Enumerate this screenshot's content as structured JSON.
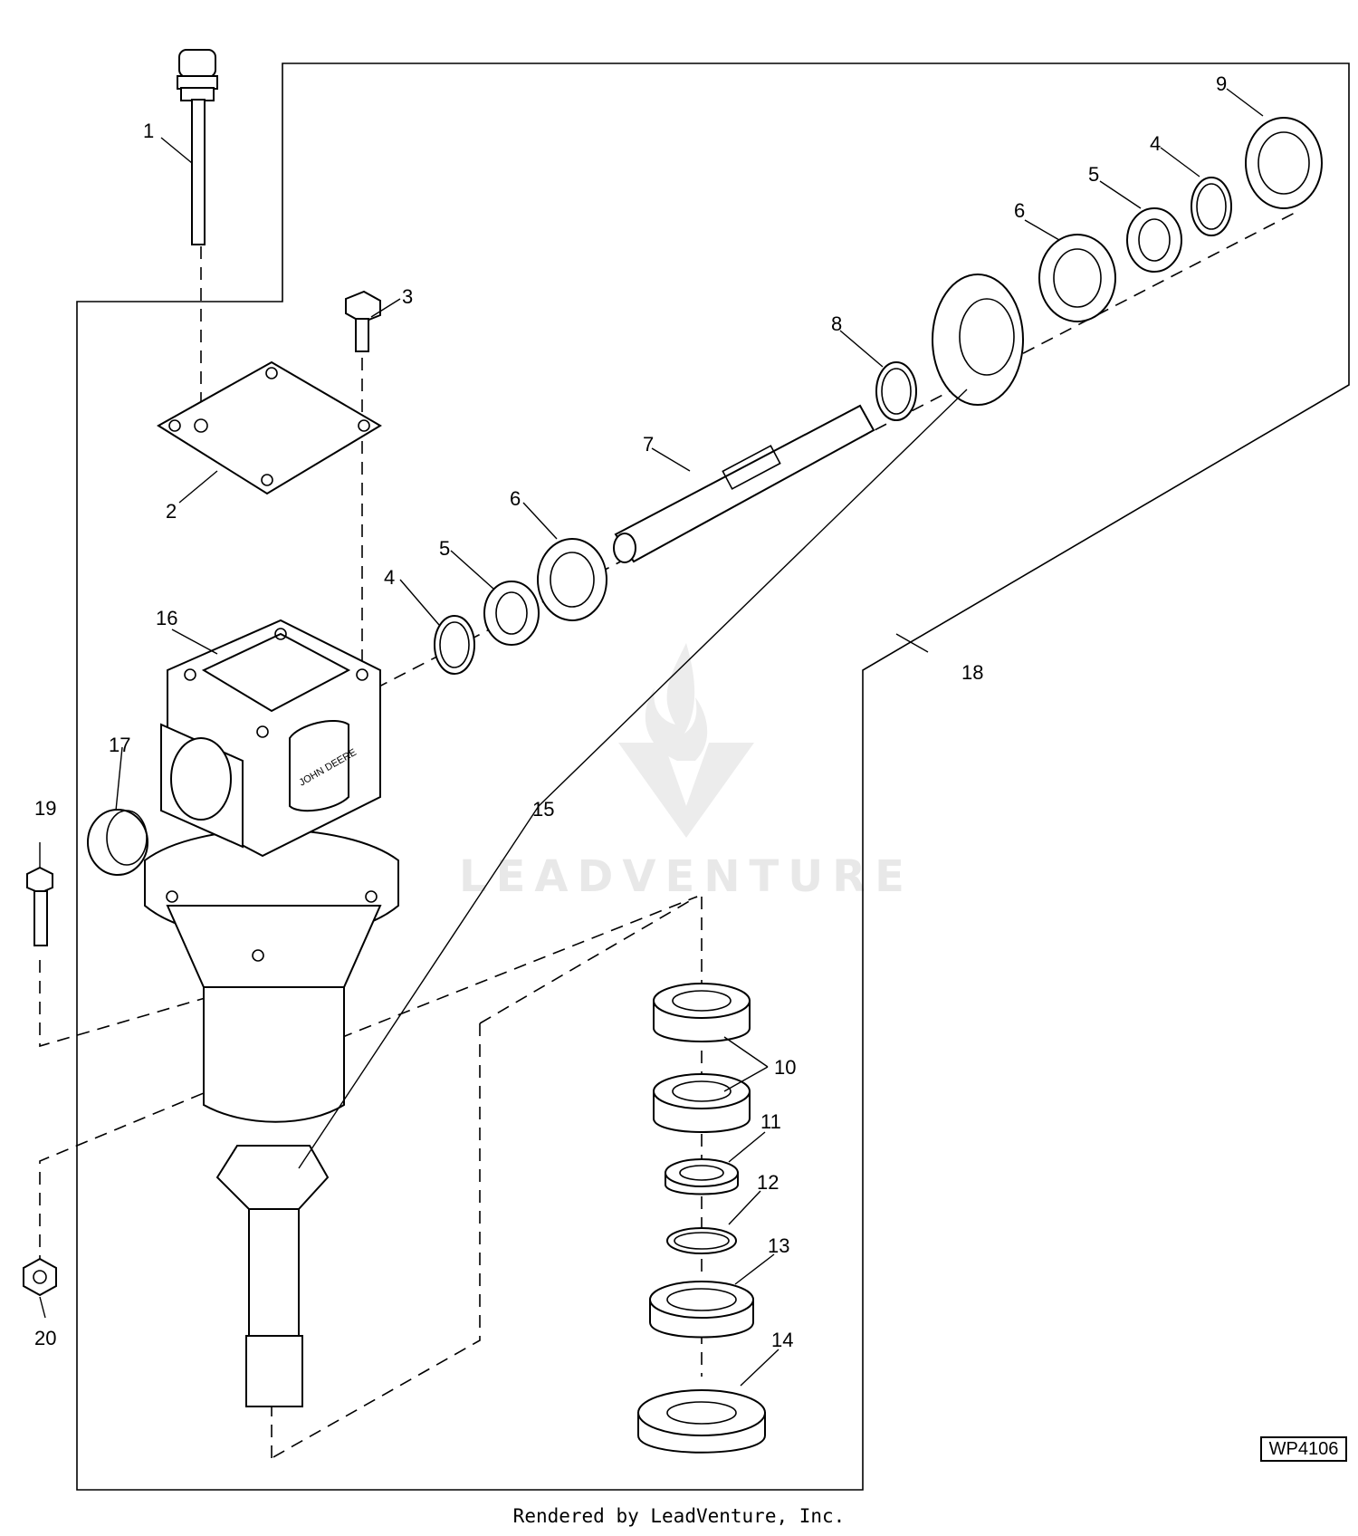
{
  "diagram": {
    "figure_id": "WP4106",
    "footer": "Rendered by LeadVenture, Inc.",
    "watermark": "LEADVENTURE",
    "callouts": [
      {
        "ref": "c1",
        "label": "1"
      },
      {
        "ref": "c2",
        "label": "2"
      },
      {
        "ref": "c3",
        "label": "3"
      },
      {
        "ref": "c4a",
        "label": "4"
      },
      {
        "ref": "c4b",
        "label": "4"
      },
      {
        "ref": "c5a",
        "label": "5"
      },
      {
        "ref": "c5b",
        "label": "5"
      },
      {
        "ref": "c6a",
        "label": "6"
      },
      {
        "ref": "c6b",
        "label": "6"
      },
      {
        "ref": "c7",
        "label": "7"
      },
      {
        "ref": "c8",
        "label": "8"
      },
      {
        "ref": "c9",
        "label": "9"
      },
      {
        "ref": "c10",
        "label": "10"
      },
      {
        "ref": "c11",
        "label": "11"
      },
      {
        "ref": "c12",
        "label": "12"
      },
      {
        "ref": "c13",
        "label": "13"
      },
      {
        "ref": "c14",
        "label": "14"
      },
      {
        "ref": "c15",
        "label": "15"
      },
      {
        "ref": "c16",
        "label": "16"
      },
      {
        "ref": "c17",
        "label": "17"
      },
      {
        "ref": "c18",
        "label": "18"
      },
      {
        "ref": "c19",
        "label": "19"
      },
      {
        "ref": "c20",
        "label": "20"
      }
    ]
  }
}
